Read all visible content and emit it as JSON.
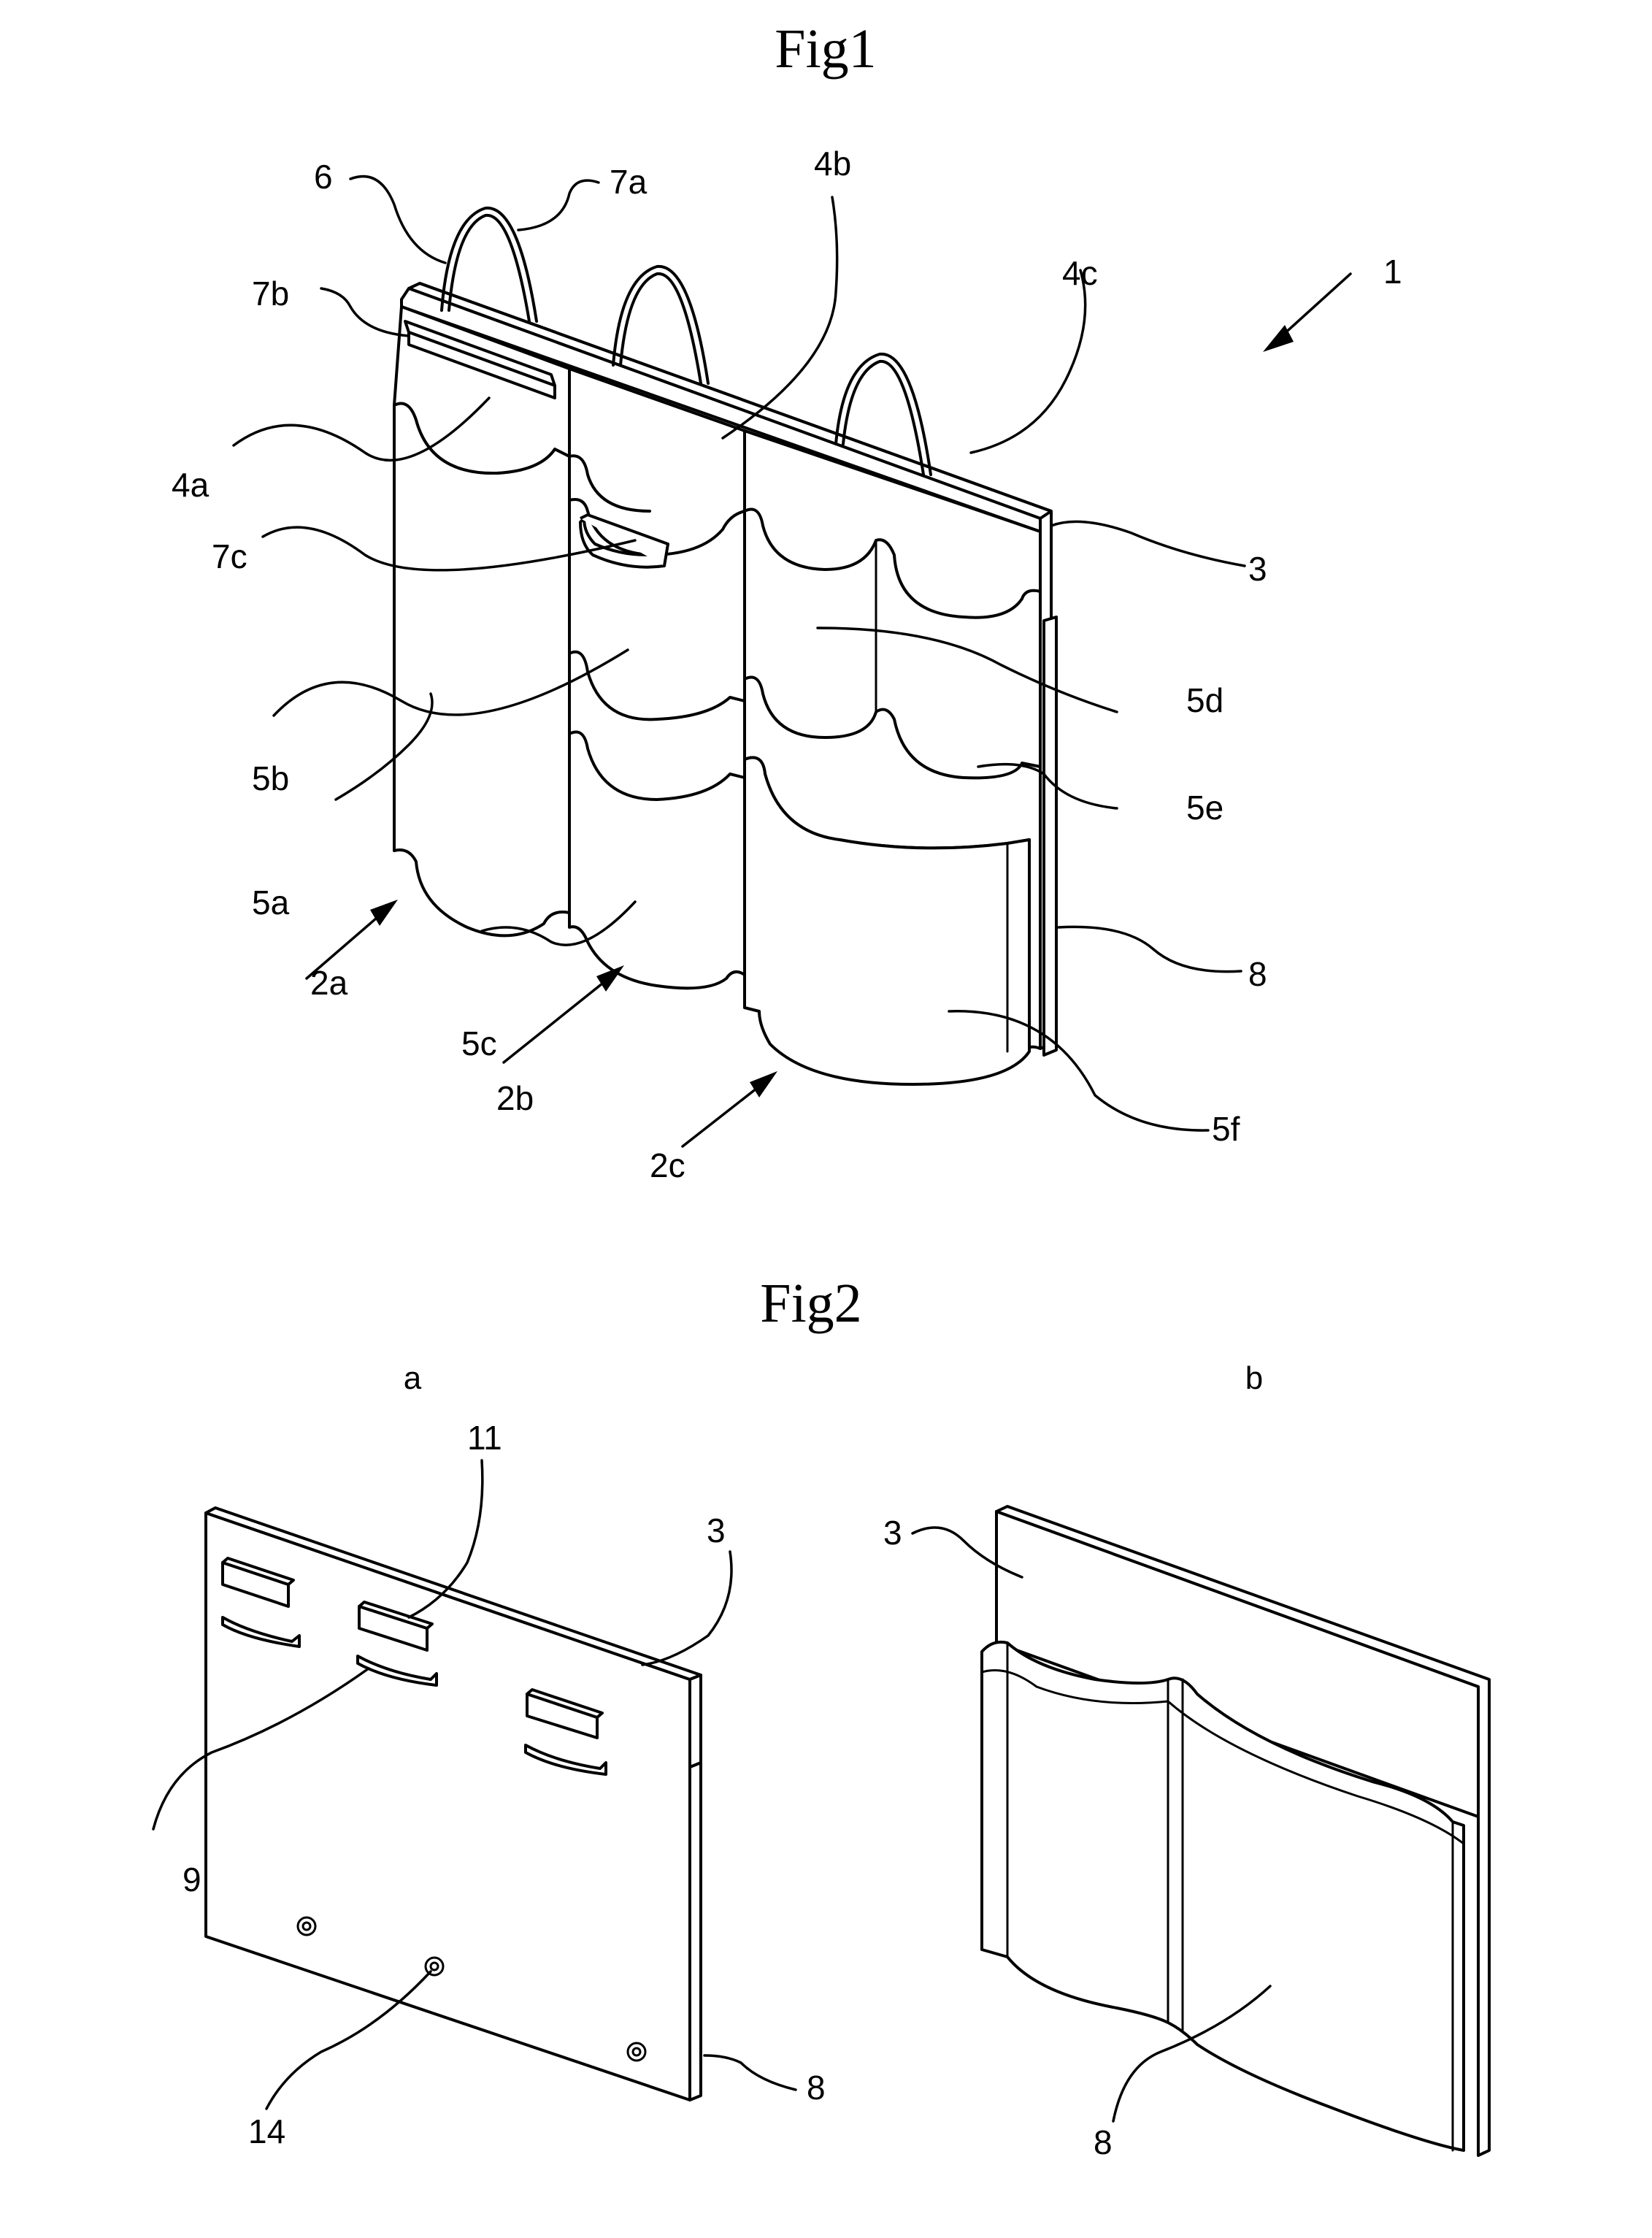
{
  "fig1": {
    "title": "Fig1",
    "labels": {
      "l1": "1",
      "l2a": "2a",
      "l2b": "2b",
      "l2c": "2c",
      "l3": "3",
      "l4a": "4a",
      "l4b": "4b",
      "l4c": "4c",
      "l5a": "5a",
      "l5b": "5b",
      "l5c": "5c",
      "l5d": "5d",
      "l5e": "5e",
      "l5f": "5f",
      "l6": "6",
      "l7a": "7a",
      "l7b": "7b",
      "l7c": "7c",
      "l8": "8"
    }
  },
  "fig2": {
    "title": "Fig2",
    "panel_a": {
      "label": "a",
      "l11": "11",
      "l3": "3",
      "l9": "9",
      "l14": "14",
      "l8": "8"
    },
    "panel_b": {
      "label": "b",
      "l3": "3",
      "l8": "8"
    }
  }
}
